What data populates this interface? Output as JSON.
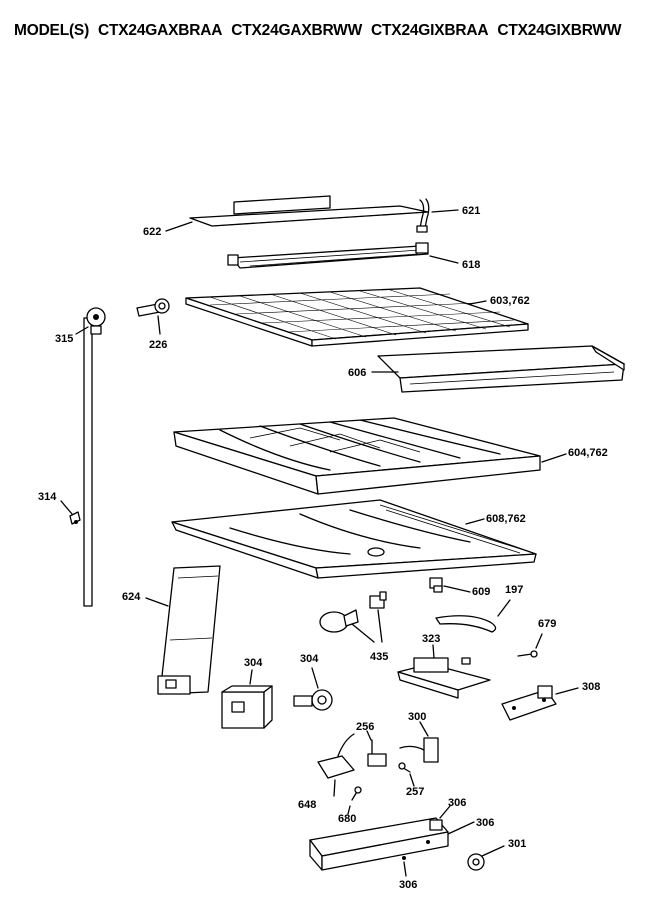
{
  "header": {
    "prefix": "MODEL(S)",
    "models": [
      "CTX24GAXBRAA",
      "CTX24GAXBRWW",
      "CTX24GIXBRAA",
      "CTX24GIXBRWW"
    ]
  },
  "parts": {
    "p621": "621",
    "p622": "622",
    "p618": "618",
    "p603": "603,762",
    "p315": "315",
    "p226": "226",
    "p606": "606",
    "p604": "604,762",
    "p314": "314",
    "p608": "608,762",
    "p624": "624",
    "p609": "609",
    "p197": "197",
    "p679": "679",
    "p435": "435",
    "p323": "323",
    "p304a": "304",
    "p304b": "304",
    "p308": "308",
    "p256": "256",
    "p300": "300",
    "p648": "648",
    "p257": "257",
    "p680": "680",
    "p306a": "306",
    "p306b": "306",
    "p306c": "306",
    "p301": "301"
  }
}
